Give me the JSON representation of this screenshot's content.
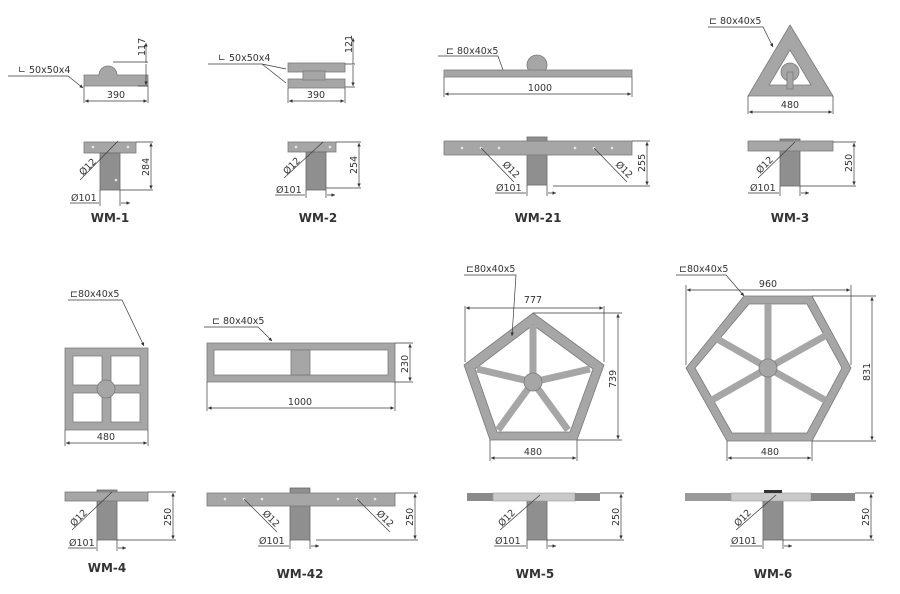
{
  "mounts": [
    {
      "label": "WM-1",
      "profile": "∟ 50x50x4",
      "width": "390",
      "top_height": "117",
      "bolt": "Ø12",
      "pipe": "Ø101",
      "post_height": "284"
    },
    {
      "label": "WM-2",
      "profile": "∟ 50x50x4",
      "width": "390",
      "top_height": "121",
      "bolt": "Ø12",
      "pipe": "Ø101",
      "post_height": "254"
    },
    {
      "label": "WM-21",
      "profile": "⊏ 80x40x5",
      "width": "1000",
      "bolt": "Ø12",
      "bolt2": "Ø12",
      "pipe": "Ø101",
      "post_height": "255"
    },
    {
      "label": "WM-3",
      "profile": "⊏ 80x40x5",
      "width": "480",
      "bolt": "Ø12",
      "pipe": "Ø101",
      "post_height": "250"
    },
    {
      "label": "WM-4",
      "profile": "⊏80x40x5",
      "width": "480",
      "bolt": "Ø12",
      "pipe": "Ø101",
      "post_height": "250"
    },
    {
      "label": "WM-42",
      "profile": "⊏ 80x40x5",
      "width": "1000",
      "top_height": "230",
      "bolt": "Ø12",
      "bolt2": "Ø12",
      "pipe": "Ø101",
      "post_height": "250"
    },
    {
      "label": "WM-5",
      "profile": "⊏80x40x5",
      "overall_width": "777",
      "overall_height": "739",
      "width": "480",
      "bolt": "Ø12",
      "pipe": "Ø101",
      "post_height": "250"
    },
    {
      "label": "WM-6",
      "profile": "⊏80x40x5",
      "overall_width": "960",
      "overall_height": "831",
      "width": "480",
      "bolt": "Ø12",
      "pipe": "Ø101",
      "post_height": "250"
    }
  ]
}
